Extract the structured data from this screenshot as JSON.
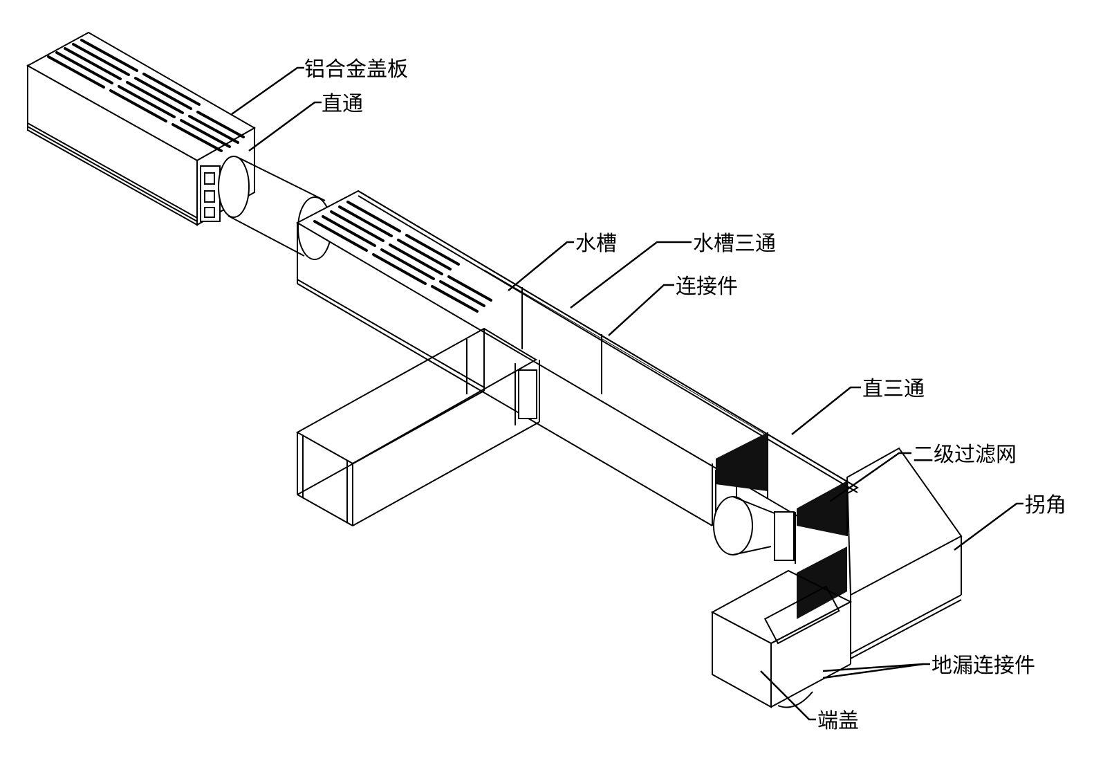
{
  "labels": {
    "cover_plate": "铝合金盖板",
    "straight_coupler": "直通",
    "channel": "水槽",
    "channel_tee": "水槽三通",
    "connector": "连接件",
    "straight_tee": "直三通",
    "secondary_filter": "二级过滤网",
    "corner": "拐角",
    "floor_drain_connector": "地漏连接件",
    "end_cap": "端盖"
  }
}
